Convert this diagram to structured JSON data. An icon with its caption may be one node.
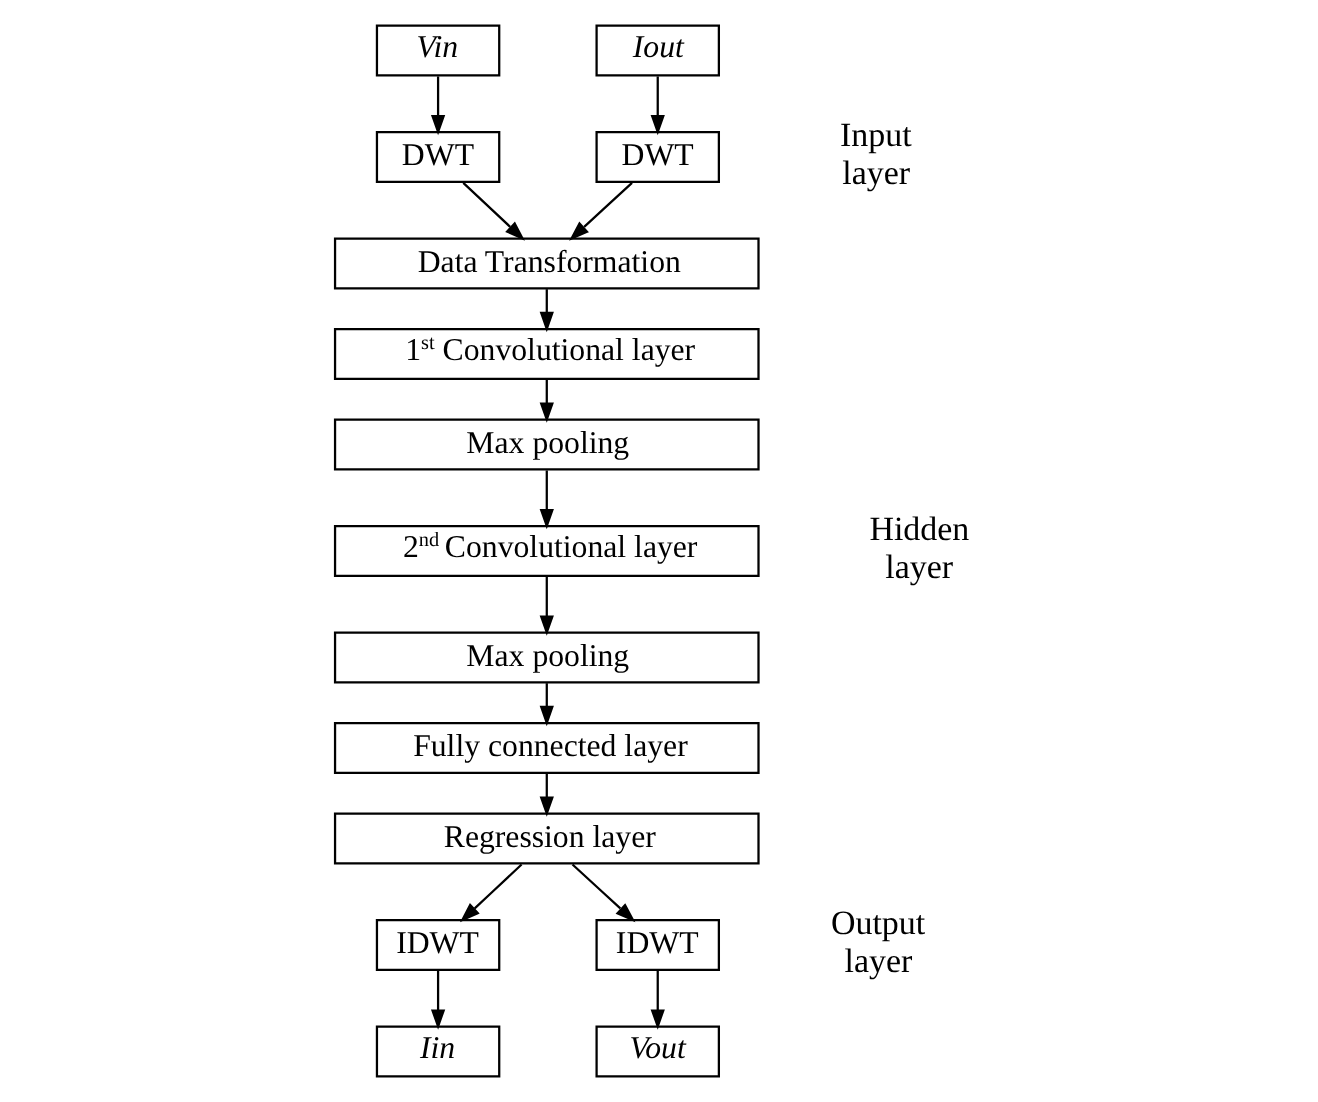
{
  "diagram": {
    "nodes": [
      {
        "text": [
          "Vin"
        ]
      },
      {
        "text": [
          "Iout"
        ]
      },
      {
        "text": [
          "DWT"
        ]
      },
      {
        "text": [
          "DWT"
        ]
      },
      {
        "text": [
          "Data Transformation"
        ]
      },
      {
        "text": [
          "1$^{st}$ Convolutional layer"
        ]
      },
      {
        "text": [
          "Max pooling"
        ]
      },
      {
        "text": [
          "2$^{nd}$ Convolutional layer"
        ]
      },
      {
        "text": [
          "Max pooling"
        ]
      },
      {
        "text": [
          "Fully connected layer"
        ]
      },
      {
        "text": [
          "Regression layer"
        ]
      },
      {
        "text": [
          "IDWT"
        ]
      },
      {
        "text": [
          "IDWT"
        ]
      },
      {
        "text": [
          "Iin"
        ]
      },
      {
        "text": [
          "Vout"
        ]
      }
    ],
    "edges": [
      {
        "from": 0,
        "to": 2,
        "arrow": "to"
      },
      {
        "from": 1,
        "to": 3,
        "arrow": "to"
      },
      {
        "from": 2,
        "to": 4,
        "arrow": "to"
      },
      {
        "from": 3,
        "to": 4,
        "arrow": "to"
      },
      {
        "from": 4,
        "to": 5,
        "arrow": "to"
      },
      {
        "from": 5,
        "to": 6,
        "arrow": "to"
      },
      {
        "from": 6,
        "to": 7,
        "arrow": "to"
      },
      {
        "from": 7,
        "to": 8,
        "arrow": "to"
      },
      {
        "from": 8,
        "to": 9,
        "arrow": "to"
      },
      {
        "from": 9,
        "to": 10,
        "arrow": "to"
      },
      {
        "from": 10,
        "to": 11,
        "arrow": "to"
      },
      {
        "from": 10,
        "to": 12,
        "arrow": "to"
      },
      {
        "from": 11,
        "to": 13,
        "arrow": "to"
      },
      {
        "from": 12,
        "to": 14,
        "arrow": "to"
      }
    ],
    "labels": [
      "Input layer",
      "Hidden layer",
      "Output layer"
    ]
  }
}
